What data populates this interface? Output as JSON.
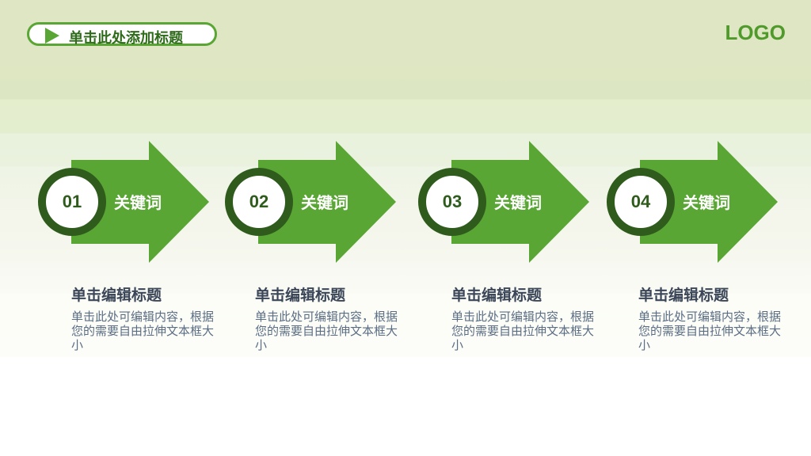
{
  "header": {
    "title": "单击此处添加标题",
    "logo": "LOGO"
  },
  "colors": {
    "accent_green": "#5aa634",
    "dark_green": "#2f5b1c",
    "title_text": "#3b4658",
    "desc_text": "#5b6d85"
  },
  "steps": [
    {
      "number": "01",
      "keyword": "关键词",
      "title": "单击编辑标题",
      "description": "单击此处可编辑内容，根据您的需要自由拉伸文本框大小"
    },
    {
      "number": "02",
      "keyword": "关键词",
      "title": "单击编辑标题",
      "description": "单击此处可编辑内容，根据您的需要自由拉伸文本框大小"
    },
    {
      "number": "03",
      "keyword": "关键词",
      "title": "单击编辑标题",
      "description": "单击此处可编辑内容，根据您的需要自由拉伸文本框大小"
    },
    {
      "number": "04",
      "keyword": "关键词",
      "title": "单击编辑标题",
      "description": "单击此处可编辑内容，根据您的需要自由拉伸文本框大小"
    }
  ]
}
